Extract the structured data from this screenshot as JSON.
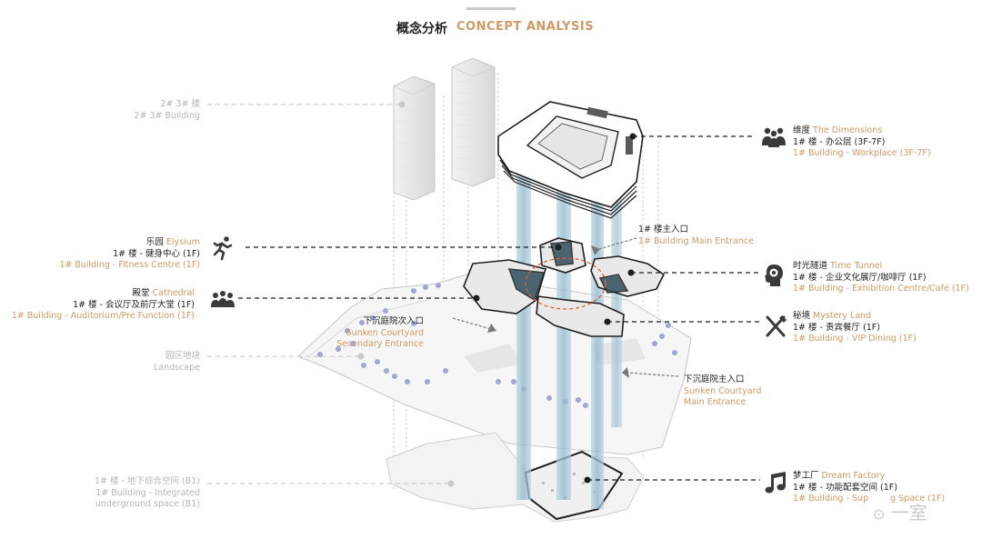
{
  "title": {
    "cn": "概念分析",
    "en": "CONCEPT ANALYSIS"
  },
  "left_labels": [
    {
      "id": "bldg23",
      "lines": [
        "2# 3# 楼",
        "2# 3# Building"
      ]
    },
    {
      "id": "elysium",
      "cn": "乐园",
      "en": "Elysium",
      "line2": "1# 楼 - 健身中心 (1F)",
      "line3": "1# Building - Fitness Centre (1F)"
    },
    {
      "id": "cathedral",
      "cn": "殿堂",
      "en": "Cathedral",
      "line2": "1# 楼 - 会议厅及前厅大堂 (1F)",
      "line3": "1# Building - Auditorium/Pre Function (1F)"
    },
    {
      "id": "landscape",
      "lines": [
        "园区地块",
        "Landscape"
      ]
    },
    {
      "id": "underground",
      "lines": [
        "1# 楼 - 地下综合空间 (B1)",
        "1# Building - Integrated",
        "underground space (B1)"
      ]
    }
  ],
  "right_labels": [
    {
      "id": "dimensions",
      "cn": "维度",
      "en": "The Dimensions",
      "line2": "1# 楼 - 办公层 (3F-7F)",
      "line3": "1# Building - Workplace (3F-7F)"
    },
    {
      "id": "timetunnel",
      "cn": "时光隧道",
      "en": "Time Tunnel",
      "line2": "1# 楼 - 企业文化展厅/咖啡厅 (1F)",
      "line3": "1# Building - Exhibition Centre/Café (1F)"
    },
    {
      "id": "mystery",
      "cn": "秘境",
      "en": "Mystery Land",
      "line2": "1# 楼 - 贵宾餐厅 (1F)",
      "line3": "1# Building - VIP Dining (1F)"
    },
    {
      "id": "factory",
      "cn": "梦工厂",
      "en": "Dream Factory",
      "line2": "1# 楼 - 功能配套空间 (1F)",
      "line3": "1# Building - Sup",
      "line3b": "g Space (1F)"
    }
  ],
  "entrances": {
    "main": {
      "cn": "1# 楼主入口",
      "en": "1# Building Main Entrance"
    },
    "sunken_secondary": {
      "cn": "下沉庭院次入口",
      "en1": "Sunken Courtyard",
      "en2": "Secondary Entrance"
    },
    "sunken_main": {
      "cn": "下沉庭院主入口",
      "en1": "Sunken Courtyard",
      "en2": "Main Entrance"
    }
  },
  "icons": {
    "dimensions": "meeting-people-icon",
    "elysium": "running-person-icon",
    "cathedral": "audience-group-icon",
    "timetunnel": "head-profile-icon",
    "mystery": "fork-knife-icon",
    "factory": "music-note-icon"
  },
  "watermark": "一室",
  "colors": {
    "accent": "#d29a62",
    "grey_text": "#b5b5b5",
    "dark_text": "#1e1e1e",
    "column": "#9ec3d3",
    "dash_orange": "#e0603a"
  }
}
